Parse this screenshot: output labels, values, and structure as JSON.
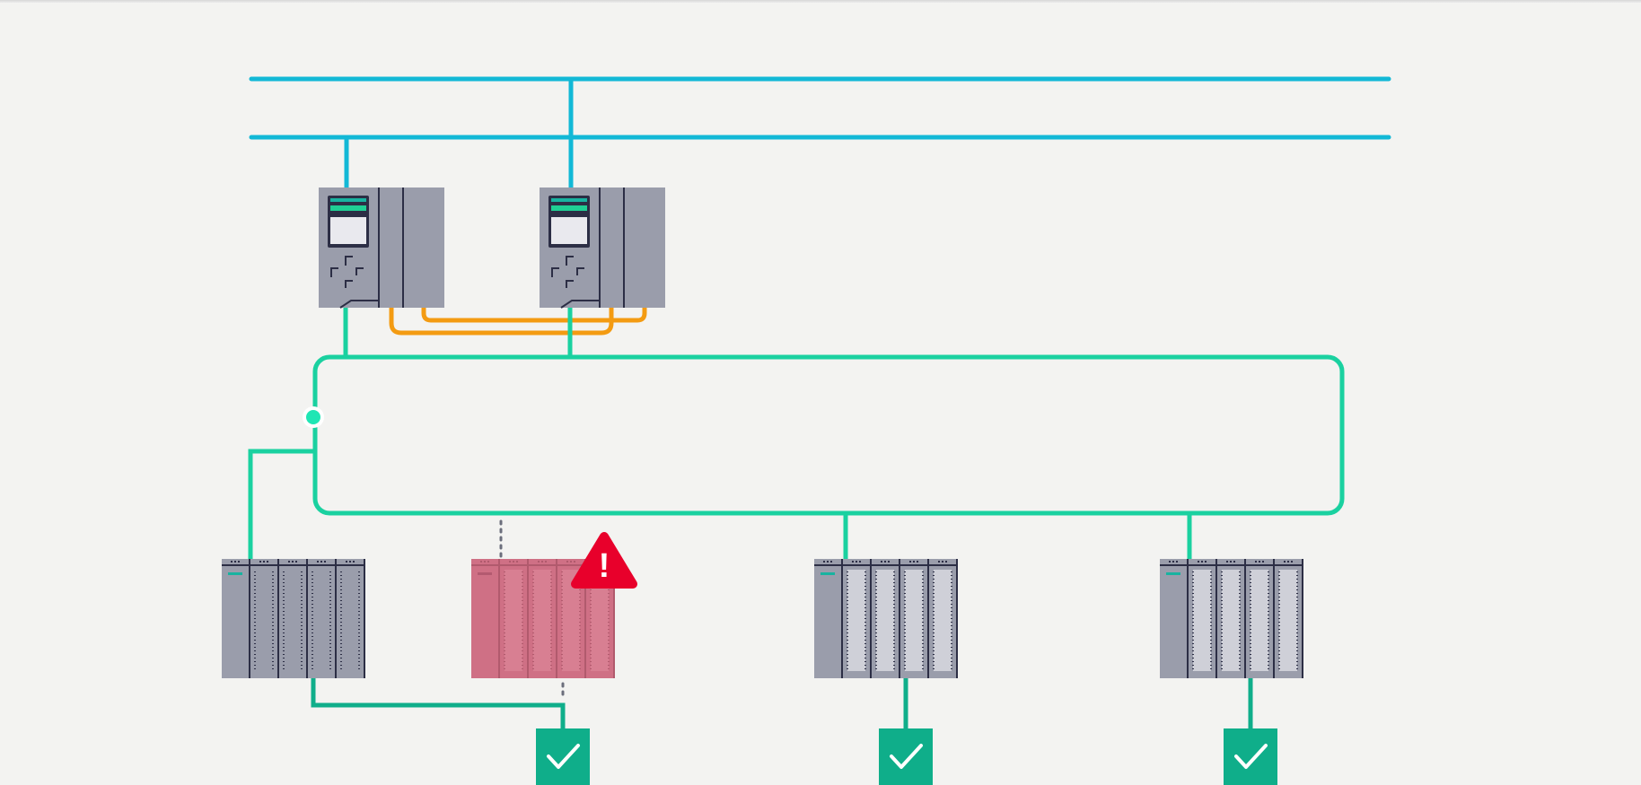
{
  "diagram": {
    "colors": {
      "background": "#f3f3f1",
      "bus": "#12b8d6",
      "ring": "#1ad1a0",
      "ring_node": "#1fe6b4",
      "sync": "#f39b12",
      "field": "#0fae8a",
      "module_dark": "#9a9dab",
      "module_light": "#cfd0d8",
      "module_fault": "#d87f92",
      "warning": "#e8002b",
      "ok": "#0fae8a"
    },
    "controllers": [
      {
        "id": "cpu-1",
        "role": "redundant-controller"
      },
      {
        "id": "cpu-2",
        "role": "redundant-controller"
      }
    ],
    "stations": [
      {
        "id": "io-station-1",
        "status": "ok",
        "slots": 5
      },
      {
        "id": "io-station-2",
        "status": "fault",
        "slots": 5
      },
      {
        "id": "io-station-3",
        "status": "ok",
        "slots": 5
      },
      {
        "id": "io-station-4",
        "status": "ok",
        "slots": 5
      }
    ],
    "status_icons": {
      "warning": "warning-triangle-icon",
      "ok": "checkmark-icon"
    },
    "warning_mark": "!"
  }
}
